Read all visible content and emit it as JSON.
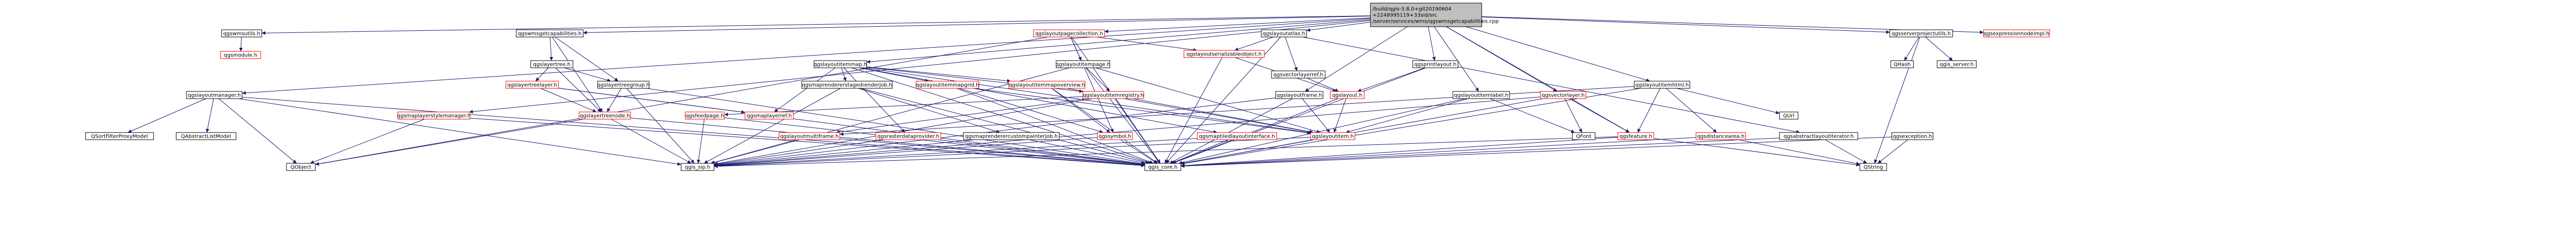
{
  "graph": {
    "colors": {
      "root_fill": "#bfbfbf",
      "node_fill": "#ffffff",
      "node_stroke": "#000000",
      "missing_stroke": "#ff0000",
      "edge": "#191970",
      "label": "#000000"
    },
    "nodes": [
      {
        "id": "root",
        "label_lines": [
          "/build/qgis-3.8.0+git20190604",
          "+2248995119+33sid/src",
          "/server/services/wms/qgswmsgetcapabilities.cpp"
        ],
        "kind": "root"
      },
      {
        "id": "qgswmsutils",
        "label_lines": [
          "qgswmsutils.h"
        ],
        "kind": "normal"
      },
      {
        "id": "qgsmodule",
        "label_lines": [
          "qgsmodule.h"
        ],
        "kind": "missing"
      },
      {
        "id": "qgslayoutmanager",
        "label_lines": [
          "qgslayoutmanager.h"
        ],
        "kind": "normal"
      },
      {
        "id": "qgswmsgetcapabilities",
        "label_lines": [
          "qgswmsgetcapabilities.h"
        ],
        "kind": "normal"
      },
      {
        "id": "qgslayertree",
        "label_lines": [
          "qgslayertree.h"
        ],
        "kind": "normal"
      },
      {
        "id": "qgslayertreelayer",
        "label_lines": [
          "qgslayertreelayer.h"
        ],
        "kind": "missing"
      },
      {
        "id": "qgslayertreegroup",
        "label_lines": [
          "qgslayertreegroup.h"
        ],
        "kind": "normal"
      },
      {
        "id": "qgslayertreenode",
        "label_lines": [
          "qgslayertreenode.h"
        ],
        "kind": "missing"
      },
      {
        "id": "qgsmaplayerstylemanager",
        "label_lines": [
          "qgsmaplayerstylemanager.h"
        ],
        "kind": "missing"
      },
      {
        "id": "qgsmaplayerref",
        "label_lines": [
          "qgsmaplayerref.h"
        ],
        "kind": "missing"
      },
      {
        "id": "qgslayoutpagecollection",
        "label_lines": [
          "qgslayoutpagecollection.h"
        ],
        "kind": "missing"
      },
      {
        "id": "qgslayoutitemmap",
        "label_lines": [
          "qgslayoutitemmap.h"
        ],
        "kind": "normal"
      },
      {
        "id": "qgslayoutitempage",
        "label_lines": [
          "qgslayoutitempage.h"
        ],
        "kind": "normal"
      },
      {
        "id": "qgsmaprendererstagedrenderjob",
        "label_lines": [
          "qgsmaprendererstagedrenderjob.h"
        ],
        "kind": "normal"
      },
      {
        "id": "qgslayoutitemmapgrid",
        "label_lines": [
          "qgslayoutitemmapgrid.h"
        ],
        "kind": "missing"
      },
      {
        "id": "qgslayoutitemmapoverview",
        "label_lines": [
          "qgslayoutitemmapoverview.h"
        ],
        "kind": "missing"
      },
      {
        "id": "qgslayoutitemregistry",
        "label_lines": [
          "qgslayoutitemregistry.h"
        ],
        "kind": "missing"
      },
      {
        "id": "qgslayoutatlas",
        "label_lines": [
          "qgslayoutatlas.h"
        ],
        "kind": "normal"
      },
      {
        "id": "qgslayoutserializableobject",
        "label_lines": [
          "qgslayoutserializableobject.h"
        ],
        "kind": "missing"
      },
      {
        "id": "qgsvectorlayerref",
        "label_lines": [
          "qgsvectorlayerref.h"
        ],
        "kind": "normal"
      },
      {
        "id": "qgslayout",
        "label_lines": [
          "qgslayout.h"
        ],
        "kind": "missing"
      },
      {
        "id": "qgslayoutframe",
        "label_lines": [
          "qgslayoutframe.h"
        ],
        "kind": "normal"
      },
      {
        "id": "qgsprintlayout",
        "label_lines": [
          "qgsprintlayout.h"
        ],
        "kind": "normal"
      },
      {
        "id": "qgslayoutitemlabel",
        "label_lines": [
          "qgslayoutitemlabel.h"
        ],
        "kind": "normal"
      },
      {
        "id": "qgsvectorlayer",
        "label_lines": [
          "qgsvectorlayer.h"
        ],
        "kind": "missing"
      },
      {
        "id": "qgslayoutitemhtml",
        "label_lines": [
          "qgslayoutitemhtml.h"
        ],
        "kind": "normal"
      },
      {
        "id": "qgsserverprojectutils",
        "label_lines": [
          "qgsserverprojectutils.h"
        ],
        "kind": "normal"
      },
      {
        "id": "qgsexpressionnodeimpl",
        "label_lines": [
          "qgsexpressionnodeimpl.h"
        ],
        "kind": "missing"
      },
      {
        "id": "qgsfeedpage",
        "label_lines": [
          "qgsfeedpage.h"
        ],
        "kind": "missing"
      },
      {
        "id": "qgslayoutmultiframe",
        "label_lines": [
          "qgslayoutmultiframe.h"
        ],
        "kind": "missing"
      },
      {
        "id": "qgsrasterdataprovider",
        "label_lines": [
          "qgsrasterdataprovider.h"
        ],
        "kind": "missing"
      },
      {
        "id": "qgsmaprenderercustompainterjob",
        "label_lines": [
          "qgsmaprenderercustompainterjob.h"
        ],
        "kind": "normal"
      },
      {
        "id": "qgssymbol",
        "label_lines": [
          "qgssymbol.h"
        ],
        "kind": "missing"
      },
      {
        "id": "qgsmaptiledlayoutinterface",
        "label_lines": [
          "qgsmaptiledlayoutinterface.h"
        ],
        "kind": "missing"
      },
      {
        "id": "qgslayoutitem",
        "label_lines": [
          "qgslayoutitem.h"
        ],
        "kind": "missing"
      },
      {
        "id": "qgsfeature",
        "label_lines": [
          "qgsfeature.h"
        ],
        "kind": "missing"
      },
      {
        "id": "qgsdistancearea",
        "label_lines": [
          "qgsdistancearea.h"
        ],
        "kind": "missing"
      },
      {
        "id": "qgsabstractlayoutiterator",
        "label_lines": [
          "qgsabstractlayoutiterator.h"
        ],
        "kind": "normal"
      },
      {
        "id": "qgsexception",
        "label_lines": [
          "qgsexception.h"
        ],
        "kind": "normal"
      },
      {
        "id": "QSortFilterProxyModel",
        "label_lines": [
          "QSortFilterProxyModel"
        ],
        "kind": "normal"
      },
      {
        "id": "QAbstractListModel",
        "label_lines": [
          "QAbstractListModel"
        ],
        "kind": "normal"
      },
      {
        "id": "QObject",
        "label_lines": [
          "QObject"
        ],
        "kind": "normal"
      },
      {
        "id": "qgis_sip",
        "label_lines": [
          "qgis_sip.h"
        ],
        "kind": "normal"
      },
      {
        "id": "qgis_core",
        "label_lines": [
          "qgis_core.h"
        ],
        "kind": "normal"
      },
      {
        "id": "QFont",
        "label_lines": [
          "QFont"
        ],
        "kind": "normal"
      },
      {
        "id": "QUrl",
        "label_lines": [
          "QUrl"
        ],
        "kind": "normal"
      },
      {
        "id": "QString",
        "label_lines": [
          "QString"
        ],
        "kind": "normal"
      },
      {
        "id": "QHash",
        "label_lines": [
          "QHash"
        ],
        "kind": "normal"
      },
      {
        "id": "qgis_server",
        "label_lines": [
          "qgis_server.h"
        ],
        "kind": "normal"
      }
    ],
    "edges": [
      [
        "root",
        "qgswmsutils"
      ],
      [
        "root",
        "qgslayoutmanager"
      ],
      [
        "root",
        "qgswmsgetcapabilities"
      ],
      [
        "root",
        "qgslayoutpagecollection"
      ],
      [
        "root",
        "qgslayoutitemmap"
      ],
      [
        "root",
        "qgslayoutatlas"
      ],
      [
        "root",
        "qgsprintlayout"
      ],
      [
        "root",
        "qgslayoutitemlabel"
      ],
      [
        "root",
        "qgsvectorlayer"
      ],
      [
        "root",
        "qgslayoutitemhtml"
      ],
      [
        "root",
        "qgsserverprojectutils"
      ],
      [
        "root",
        "qgsexpressionnodeimpl"
      ],
      [
        "root",
        "qgsmaplayerstylemanager"
      ],
      [
        "root",
        "qgslayoutframe"
      ],
      [
        "root",
        "qgsfeature"
      ],
      [
        "qgswmsutils",
        "qgsmodule"
      ],
      [
        "qgslayoutmanager",
        "QSortFilterProxyModel"
      ],
      [
        "qgslayoutmanager",
        "QAbstractListModel"
      ],
      [
        "qgslayoutmanager",
        "QObject"
      ],
      [
        "qgslayoutmanager",
        "qgis_sip"
      ],
      [
        "qgslayoutmanager",
        "qgis_core"
      ],
      [
        "qgswmsgetcapabilities",
        "qgslayertree"
      ],
      [
        "qgswmsgetcapabilities",
        "qgslayertreegroup"
      ],
      [
        "qgswmsgetcapabilities",
        "qgslayertreenode"
      ],
      [
        "qgslayertree",
        "qgslayertreelayer"
      ],
      [
        "qgslayertree",
        "qgslayertreegroup"
      ],
      [
        "qgslayertree",
        "qgslayertreenode"
      ],
      [
        "qgslayertreelayer",
        "qgslayertreenode"
      ],
      [
        "qgslayertreelayer",
        "qgsmaplayerref"
      ],
      [
        "qgslayertreelayer",
        "qgis_core"
      ],
      [
        "qgslayertreegroup",
        "qgslayertreenode"
      ],
      [
        "qgslayertreegroup",
        "qgis_sip"
      ],
      [
        "qgslayertreegroup",
        "qgis_core"
      ],
      [
        "qgslayertreenode",
        "QObject"
      ],
      [
        "qgslayertreenode",
        "qgis_sip"
      ],
      [
        "qgslayertreenode",
        "qgis_core"
      ],
      [
        "qgsmaplayerstylemanager",
        "QObject"
      ],
      [
        "qgsmaplayerstylemanager",
        "qgis_core"
      ],
      [
        "qgslayoutpagecollection",
        "qgslayoutitempage"
      ],
      [
        "qgslayoutpagecollection",
        "qgslayoutserializableobject"
      ],
      [
        "qgslayoutpagecollection",
        "qgssymbol"
      ],
      [
        "qgslayoutpagecollection",
        "qgis_core"
      ],
      [
        "qgslayoutpagecollection",
        "QObject"
      ],
      [
        "qgslayoutitemmap",
        "qgsmaprendererstagedrenderjob"
      ],
      [
        "qgslayoutitemmap",
        "qgslayoutitemmapgrid"
      ],
      [
        "qgslayoutitemmap",
        "qgslayoutitemmapoverview"
      ],
      [
        "qgslayoutitemmap",
        "qgslayoutitemregistry"
      ],
      [
        "qgslayoutitemmap",
        "qgsmaplayerref"
      ],
      [
        "qgslayoutitemmap",
        "qgslayoutitem"
      ],
      [
        "qgslayoutitemmap",
        "qgis_core"
      ],
      [
        "qgslayoutitempage",
        "qgslayoutitemregistry"
      ],
      [
        "qgslayoutitempage",
        "qgslayoutitem"
      ],
      [
        "qgslayoutitempage",
        "qgis_sip"
      ],
      [
        "qgslayoutitempage",
        "qgis_core"
      ],
      [
        "qgsmaprendererstagedrenderjob",
        "qgsmaprenderercustompainterjob"
      ],
      [
        "qgsmaprendererstagedrenderjob",
        "qgis_core"
      ],
      [
        "qgsmaprendererstagedrenderjob",
        "qgis_sip"
      ],
      [
        "qgslayoutitemmapgrid",
        "qgslayoutitem"
      ],
      [
        "qgslayoutitemmapgrid",
        "qgssymbol"
      ],
      [
        "qgslayoutitemmapgrid",
        "qgis_core"
      ],
      [
        "qgslayoutitemmapoverview",
        "qgslayoutitem"
      ],
      [
        "qgslayoutitemmapoverview",
        "qgssymbol"
      ],
      [
        "qgslayoutitemmapoverview",
        "qgis_core"
      ],
      [
        "qgslayoutitemregistry",
        "qgslayoutitem"
      ],
      [
        "qgslayoutitemregistry",
        "qgsfeedpage"
      ],
      [
        "qgslayoutitemregistry",
        "qgslayoutmultiframe"
      ],
      [
        "qgslayoutitemregistry",
        "qgis_core"
      ],
      [
        "qgslayoutitemregistry",
        "qgis_sip"
      ],
      [
        "qgslayoutatlas",
        "qgslayoutserializableobject"
      ],
      [
        "qgslayoutatlas",
        "qgsvectorlayerref"
      ],
      [
        "qgslayoutatlas",
        "qgsabstractlayoutiterator"
      ],
      [
        "qgslayoutatlas",
        "qgis_core"
      ],
      [
        "qgslayoutserializableobject",
        "qgslayout"
      ],
      [
        "qgslayoutserializableobject",
        "qgis_core"
      ],
      [
        "qgsvectorlayerref",
        "qgslayout"
      ],
      [
        "qgslayout",
        "qgslayoutitem"
      ],
      [
        "qgslayout",
        "qgis_core"
      ],
      [
        "qgslayoutframe",
        "qgslayoutitem"
      ],
      [
        "qgslayoutframe",
        "qgis_sip"
      ],
      [
        "qgslayoutframe",
        "qgis_core"
      ],
      [
        "qgsprintlayout",
        "qgslayout"
      ],
      [
        "qgsprintlayout",
        "qgis_core"
      ],
      [
        "qgslayoutitemlabel",
        "qgslayoutitem"
      ],
      [
        "qgslayoutitemlabel",
        "QFont"
      ],
      [
        "qgslayoutitemlabel",
        "qgis_core"
      ],
      [
        "qgsvectorlayer",
        "QFont"
      ],
      [
        "qgsvectorlayer",
        "qgsfeature"
      ],
      [
        "qgsvectorlayer",
        "qgis_sip"
      ],
      [
        "qgsvectorlayer",
        "qgis_core"
      ],
      [
        "qgslayoutitemhtml",
        "qgsfeature"
      ],
      [
        "qgslayoutitemhtml",
        "qgsdistancearea"
      ],
      [
        "qgslayoutitemhtml",
        "QUrl"
      ],
      [
        "qgslayoutitemhtml",
        "qgis_core"
      ],
      [
        "qgslayoutitemhtml",
        "qgslayoutmultiframe"
      ],
      [
        "qgsserverprojectutils",
        "QHash"
      ],
      [
        "qgsserverprojectutils",
        "qgis_server"
      ],
      [
        "qgsserverprojectutils",
        "QString"
      ],
      [
        "qgsfeedpage",
        "qgis_sip"
      ],
      [
        "qgsfeedpage",
        "qgis_core"
      ],
      [
        "qgslayoutmultiframe",
        "qgis_sip"
      ],
      [
        "qgslayoutmultiframe",
        "qgis_core"
      ],
      [
        "qgsrasterdataprovider",
        "qgis_sip"
      ],
      [
        "qgsrasterdataprovider",
        "qgis_core"
      ],
      [
        "qgsmaprenderercustompainterjob",
        "qgis_sip"
      ],
      [
        "qgsmaprenderercustompainterjob",
        "qgis_core"
      ],
      [
        "qgssymbol",
        "qgis_sip"
      ],
      [
        "qgssymbol",
        "qgis_core"
      ],
      [
        "qgsmaptiledlayoutinterface",
        "qgis_core"
      ],
      [
        "qgsmaptiledlayoutinterface",
        "qgis_sip"
      ],
      [
        "qgslayoutitem",
        "qgis_core"
      ],
      [
        "qgslayoutitem",
        "qgis_sip"
      ],
      [
        "qgsfeature",
        "qgis_sip"
      ],
      [
        "qgsfeature",
        "qgis_core"
      ],
      [
        "qgsfeature",
        "QString"
      ],
      [
        "qgsdistancearea",
        "qgis_core"
      ],
      [
        "qgsdistancearea",
        "QString"
      ],
      [
        "qgsabstractlayoutiterator",
        "qgis_core"
      ],
      [
        "qgsabstractlayoutiterator",
        "QString"
      ],
      [
        "qgsexception",
        "QString"
      ],
      [
        "qgsexception",
        "qgis_core"
      ],
      [
        "qgslayoutitemmap",
        "qgsmaptiledlayoutinterface"
      ],
      [
        "qgslayoutitemmap",
        "qgsrasterdataprovider"
      ]
    ]
  }
}
